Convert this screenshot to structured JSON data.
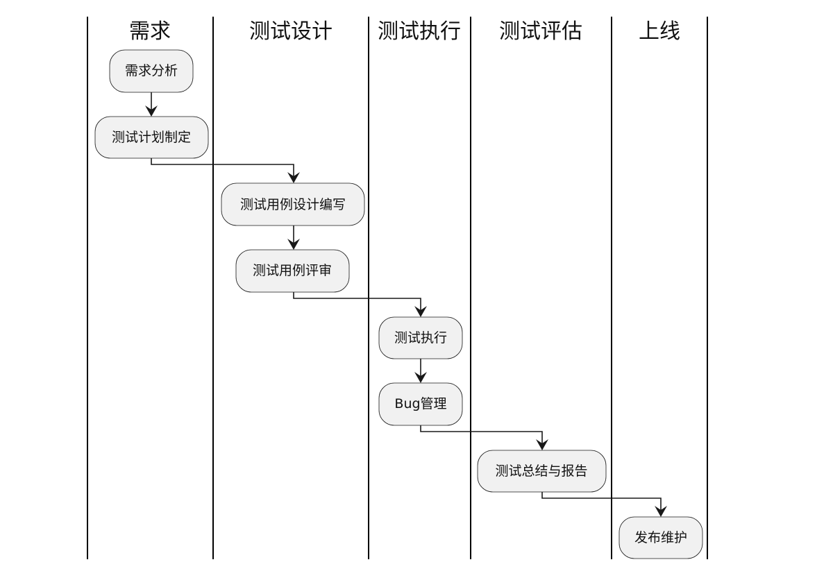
{
  "diagram": {
    "type": "swimlane-activity-flow",
    "lanes": [
      {
        "id": "lane-requirements",
        "title": "需求"
      },
      {
        "id": "lane-test-design",
        "title": "测试设计"
      },
      {
        "id": "lane-test-execution",
        "title": "测试执行"
      },
      {
        "id": "lane-test-evaluation",
        "title": "测试评估"
      },
      {
        "id": "lane-release",
        "title": "上线"
      }
    ],
    "nodes": [
      {
        "id": "n1",
        "lane": 0,
        "label": "需求分析"
      },
      {
        "id": "n2",
        "lane": 0,
        "label": "测试计划制定"
      },
      {
        "id": "n3",
        "lane": 1,
        "label": "测试用例设计编写"
      },
      {
        "id": "n4",
        "lane": 1,
        "label": "测试用例评审"
      },
      {
        "id": "n5",
        "lane": 2,
        "label": "测试执行"
      },
      {
        "id": "n6",
        "lane": 2,
        "label": "Bug管理"
      },
      {
        "id": "n7",
        "lane": 3,
        "label": "测试总结与报告"
      },
      {
        "id": "n8",
        "lane": 4,
        "label": "发布维护"
      }
    ],
    "edges": [
      {
        "from": "n1",
        "to": "n2"
      },
      {
        "from": "n2",
        "to": "n3"
      },
      {
        "from": "n3",
        "to": "n4"
      },
      {
        "from": "n4",
        "to": "n5"
      },
      {
        "from": "n5",
        "to": "n6"
      },
      {
        "from": "n6",
        "to": "n7"
      },
      {
        "from": "n7",
        "to": "n8"
      }
    ],
    "colors": {
      "node_fill": "#f1f1f1",
      "node_border": "#181818",
      "line": "#000000",
      "text": "#111111"
    }
  }
}
